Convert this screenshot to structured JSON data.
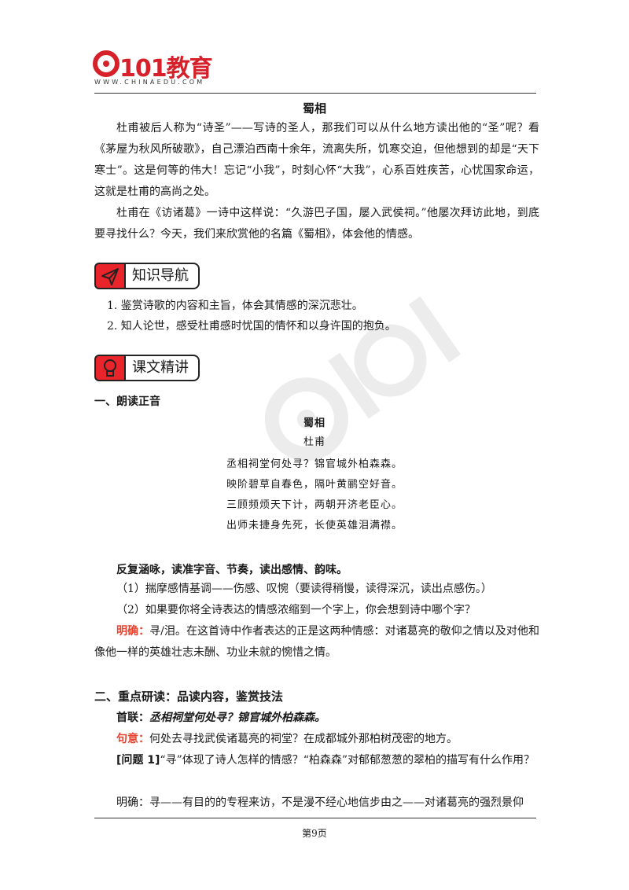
{
  "logo": {
    "brand": "101教育",
    "site": "WWW.CHINAEDU.COM"
  },
  "title": "蜀相",
  "intro": [
    "杜甫被后人称为“诗圣”——写诗的圣人，那我们可以从什么地方读出他的“圣”呢？看《茅屋为秋风所破歌》，自己漂泊西南十余年，流离失所，饥寒交迫，但他想到的却是“天下寒士”。这是何等的伟大！忘记“小我”，时刻心怀“大我”，心系百姓疾苦，心忧国家命运，这就是杜甫的高尚之处。",
    "杜甫在《访诸葛》一诗中这样说：“久游巴子国，屡入武侯祠。”他屡次拜访此地，到底要寻找什么？今天，我们来欣赏他的名篇《蜀相》，体会他的情感。"
  ],
  "nav_section": {
    "label": "知识导航",
    "items": [
      "1. 鉴赏诗歌的内容和主旨，体会其情感的深沉悲壮。",
      "2. 知人论世，感受杜甫感时忧国的情怀和以身许国的抱负。"
    ]
  },
  "lesson_section": {
    "label": "课文精讲"
  },
  "part1": {
    "heading": "一、朗读正音",
    "poem_title": "蜀相",
    "poem_author": "杜甫",
    "poem_lines": [
      "丞相祠堂何处寻？锦官城外柏森森。",
      "映阶碧草自春色，隔叶黄鹂空好音。",
      "三顾频烦天下计，两朝开济老臣心。",
      "出师未捷身先死，长使英雄泪满襟。"
    ],
    "task": "反复涵咏，读准字音、节奏，读出感情、韵味。",
    "q1": "（1）揣摩感情基调——伤感、叹惋（要读得稍慢，读得深沉，读出点感伤。）",
    "q2": "（2）如果要你将全诗表达的情感浓缩到一个字上，你会想到诗中哪个字？",
    "answer_label": "明确：",
    "answer_text": "寻/泪。在这首诗中作者表达的正是这两种情感：对诸葛亮的敬仰之情以及对他和像他一样的英雄壮志未酬、功业未就的惋惜之情。"
  },
  "part2": {
    "heading": "二、重点研读：品读内容，鉴赏技法",
    "couplet_label": "首联：",
    "couplet_text": "丞相祠堂何处寻？锦官城外柏森森。",
    "meaning_label": "句意：",
    "meaning_text": "何处去寻找武侯诸葛亮的祠堂？在成都城外那柏树茂密的地方。",
    "question_label": "[问题 1]",
    "question_text": "“寻”体现了诗人怎样的情感？“柏森森”对郁郁葱葱的翠柏的描写有什么作用？",
    "answer_text": "明确：寻——有目的的专程来访，不是漫不经心地信步由之——对诸葛亮的强烈景仰"
  },
  "footer": {
    "page": "第9页"
  },
  "colors": {
    "accent": "#e9242b",
    "answer_red": "#e8432f"
  }
}
